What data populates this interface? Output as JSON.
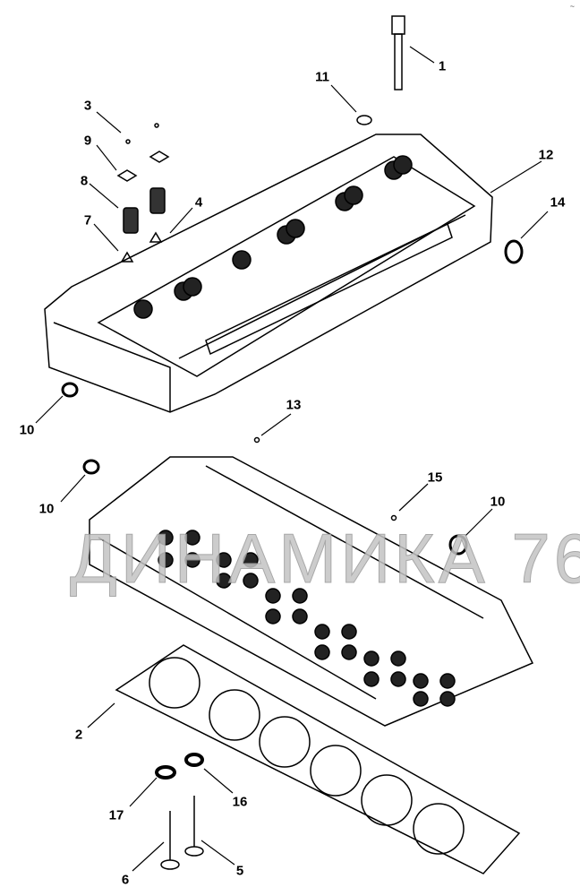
{
  "diagram": {
    "watermark": "ДИНАМИКА 76",
    "corner_mark": "~",
    "callouts": [
      "1",
      "11",
      "3",
      "9",
      "8",
      "7",
      "4",
      "12",
      "14",
      "10",
      "13",
      "10",
      "15",
      "10",
      "2",
      "17",
      "16",
      "6",
      "5"
    ]
  }
}
